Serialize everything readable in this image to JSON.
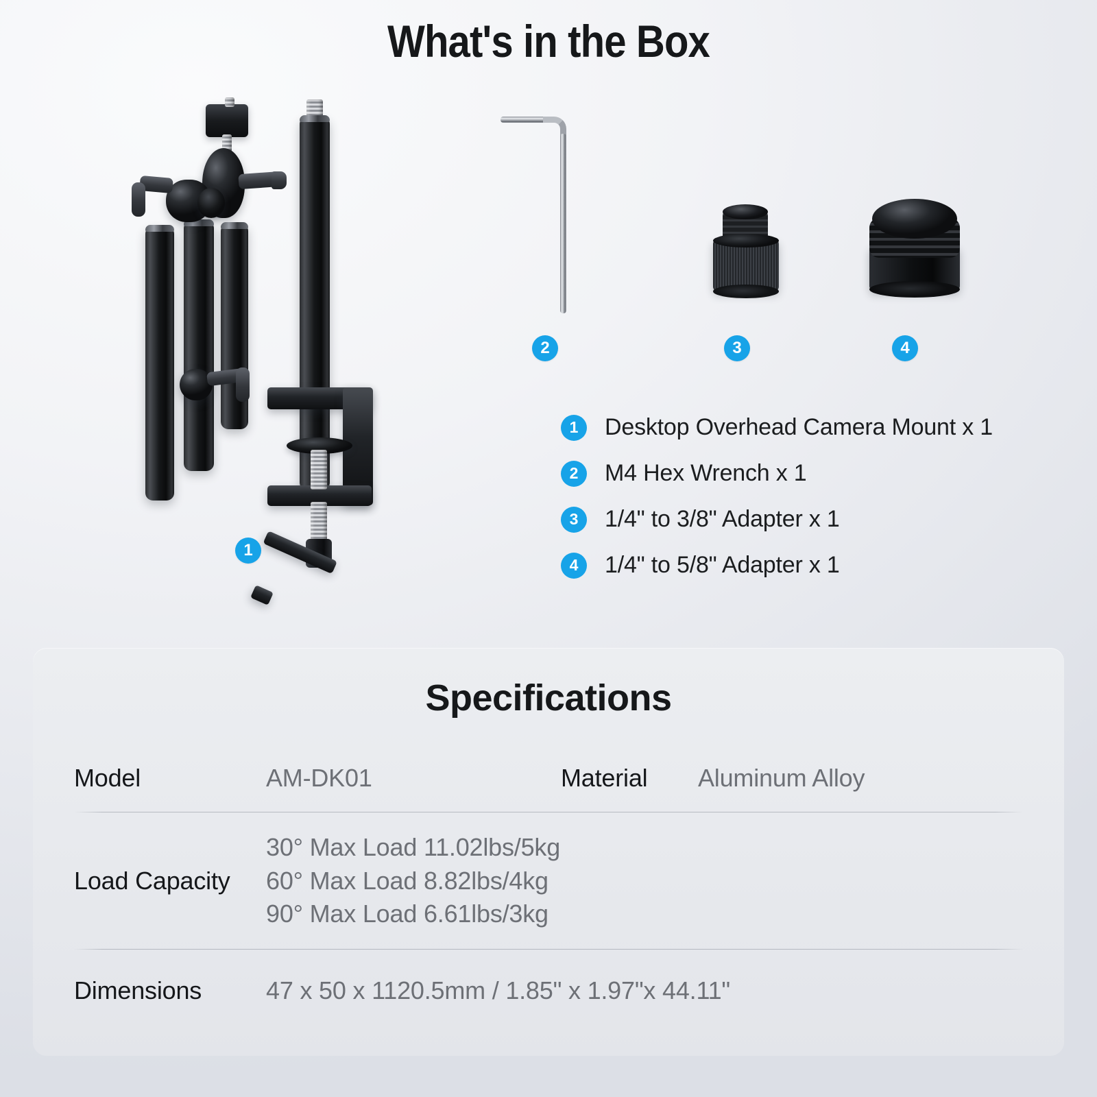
{
  "header": {
    "title": "What's in the Box"
  },
  "colors": {
    "badge_blue": "#17a3e8",
    "text_dark": "#16181a",
    "text_gray": "#6d7076",
    "panel_bg": "#e8eaee"
  },
  "callouts": [
    {
      "number": "1",
      "name": "callout-1-mount"
    },
    {
      "number": "2",
      "name": "callout-2-wrench"
    },
    {
      "number": "3",
      "name": "callout-3-adapter-38"
    },
    {
      "number": "4",
      "name": "callout-4-adapter-58"
    }
  ],
  "legend": {
    "items": [
      {
        "number": "1",
        "label": "Desktop Overhead Camera Mount x 1"
      },
      {
        "number": "2",
        "label": "M4 Hex Wrench x 1"
      },
      {
        "number": "3",
        "label": "1/4\" to 3/8\" Adapter x 1"
      },
      {
        "number": "4",
        "label": "1/4\" to 5/8\" Adapter x 1"
      }
    ]
  },
  "specs": {
    "title": "Specifications",
    "model_key": "Model",
    "model_value": "AM-DK01",
    "material_key": "Material",
    "material_value": "Aluminum Alloy",
    "load_key": "Load Capacity",
    "load_values": [
      "30° Max Load 11.02lbs/5kg",
      "60° Max Load 8.82lbs/4kg",
      "90° Max Load 6.61lbs/3kg"
    ],
    "dimensions_key": "Dimensions",
    "dimensions_value": "47 x 50 x 1120.5mm / 1.85\" x 1.97\"x 44.11\""
  }
}
